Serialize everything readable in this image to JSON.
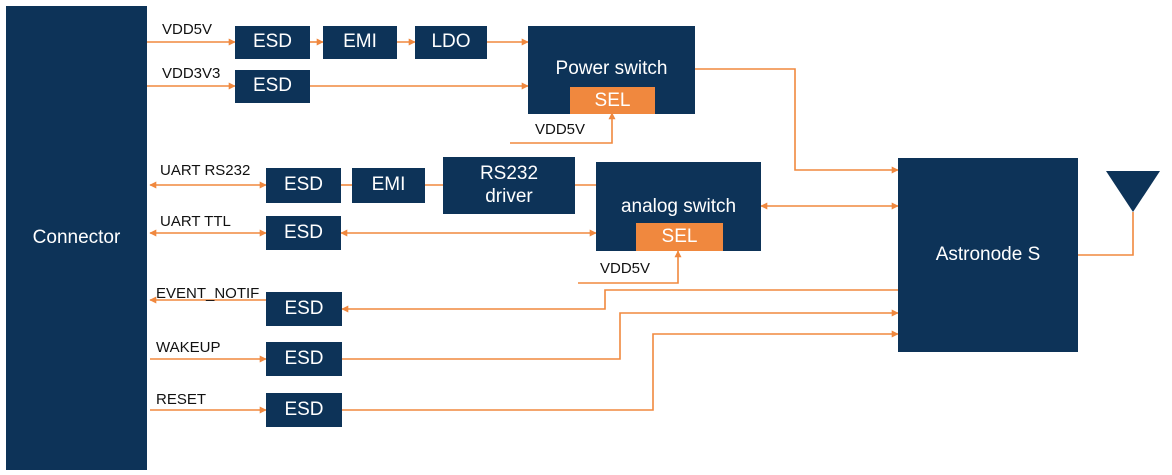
{
  "colors": {
    "block": "#0d3358",
    "accent": "#f0883e",
    "line": "#f0883e",
    "text": "#111111"
  },
  "blocks": {
    "connector": "Connector",
    "esd": "ESD",
    "emi": "EMI",
    "ldo": "LDO",
    "power_switch": "Power switch",
    "rs232_driver": "RS232\ndriver",
    "analog_switch": "analog switch",
    "sel": "SEL",
    "astronode": "Astronode S"
  },
  "signals": {
    "vdd5v": "VDD5V",
    "vdd3v3": "VDD3V3",
    "uart_rs232": "UART RS232",
    "uart_ttl": "UART TTL",
    "event_notif": "EVENT_NOTIF",
    "wakeup": "WAKEUP",
    "reset": "RESET"
  },
  "icons": {
    "antenna": "antenna-icon"
  }
}
